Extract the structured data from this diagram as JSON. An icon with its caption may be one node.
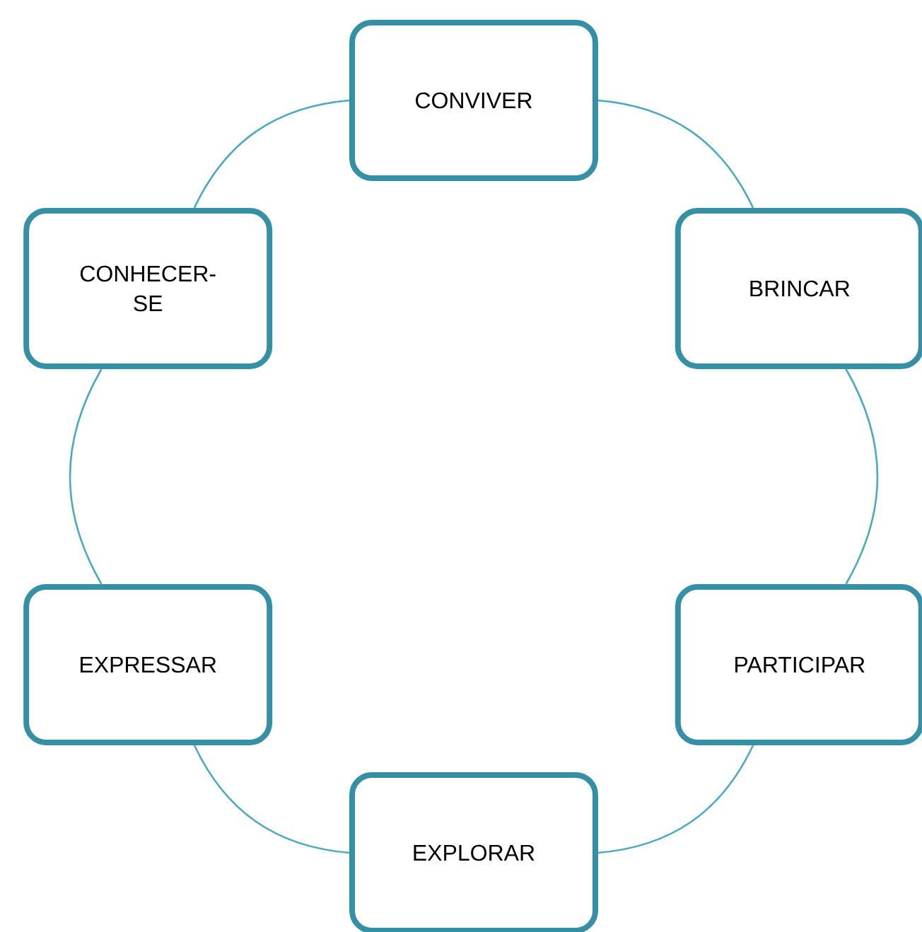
{
  "diagram": {
    "nodes": [
      {
        "text": [
          "CONVIVER"
        ]
      },
      {
        "text": [
          "BRINCAR"
        ]
      },
      {
        "text": [
          "PARTICIPAR"
        ]
      },
      {
        "text": [
          "EXPLORAR"
        ]
      },
      {
        "text": [
          "EXPRESSAR"
        ]
      },
      {
        "text": [
          "CONHECER-SE"
        ]
      }
    ],
    "edges": [
      {
        "from": 0,
        "to": 1,
        "arrow": "none"
      },
      {
        "from": 1,
        "to": 2,
        "arrow": "none"
      },
      {
        "from": 2,
        "to": 3,
        "arrow": "none"
      },
      {
        "from": 3,
        "to": 4,
        "arrow": "none"
      },
      {
        "from": 4,
        "to": 5,
        "arrow": "none"
      },
      {
        "from": 5,
        "to": 0,
        "arrow": "none"
      }
    ]
  }
}
